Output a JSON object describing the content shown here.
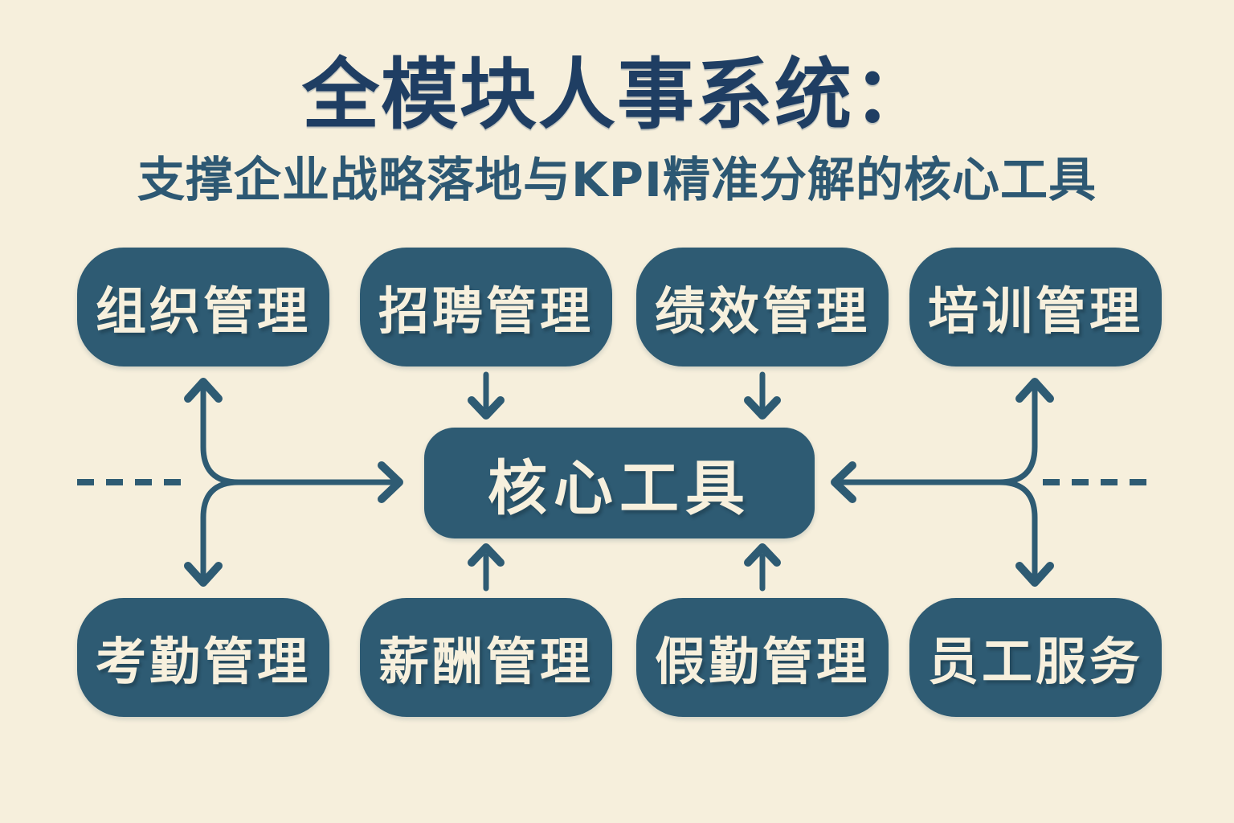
{
  "colors": {
    "background": "#f6efdc",
    "accent_arrow": "#2e5b73",
    "node_fill": "#2e5b73",
    "title_text": "#1f3e63",
    "subtitle_text": "#2d5873",
    "node_text": "#f7f0dd"
  },
  "header": {
    "title": "全模块人事系统：",
    "subtitle": "支撑企业战略落地与KPI精准分解的核心工具"
  },
  "center": {
    "label": "核心工具"
  },
  "modules_top": [
    {
      "label": "组织管理"
    },
    {
      "label": "招聘管理"
    },
    {
      "label": "绩效管理"
    },
    {
      "label": "培训管理"
    }
  ],
  "modules_bottom": [
    {
      "label": "考勤管理"
    },
    {
      "label": "薪酬管理"
    },
    {
      "label": "假勤管理"
    },
    {
      "label": "员工服务"
    }
  ]
}
